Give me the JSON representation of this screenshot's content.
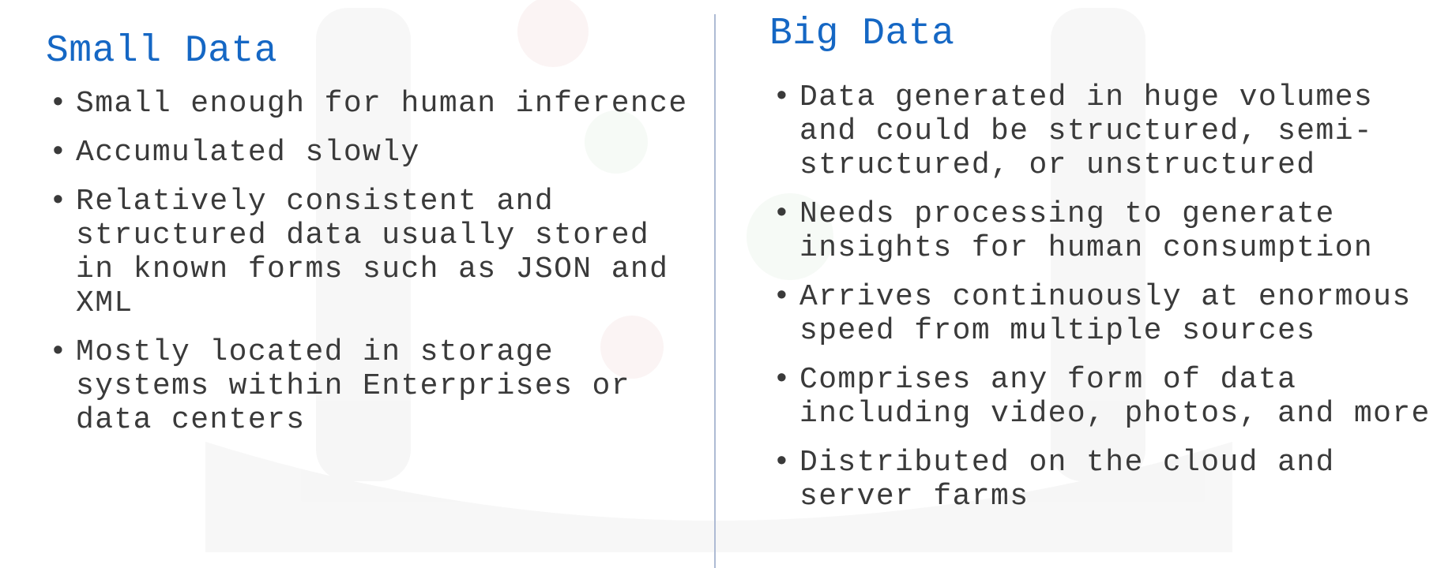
{
  "small_data": {
    "title": "Small Data",
    "bullets": [
      "Small enough for human inference",
      "Accumulated slowly",
      "Relatively consistent and structured data usually stored in known forms such as JSON and XML",
      "Mostly located in storage systems within Enterprises or data centers"
    ]
  },
  "big_data": {
    "title": "Big Data",
    "bullets": [
      "Data generated in huge volumes and could be structured, semi-structured, or unstructured",
      "Needs processing to generate insights for human consumption",
      "Arrives continuously at enormous speed from multiple sources",
      "Comprises any form of data including video, photos, and more",
      "Distributed on the cloud and server farms"
    ]
  },
  "bullet_glyph": "•",
  "colors": {
    "title": "#1567c4",
    "body_text": "#3a3a3a",
    "divider": "#aebbd4"
  }
}
